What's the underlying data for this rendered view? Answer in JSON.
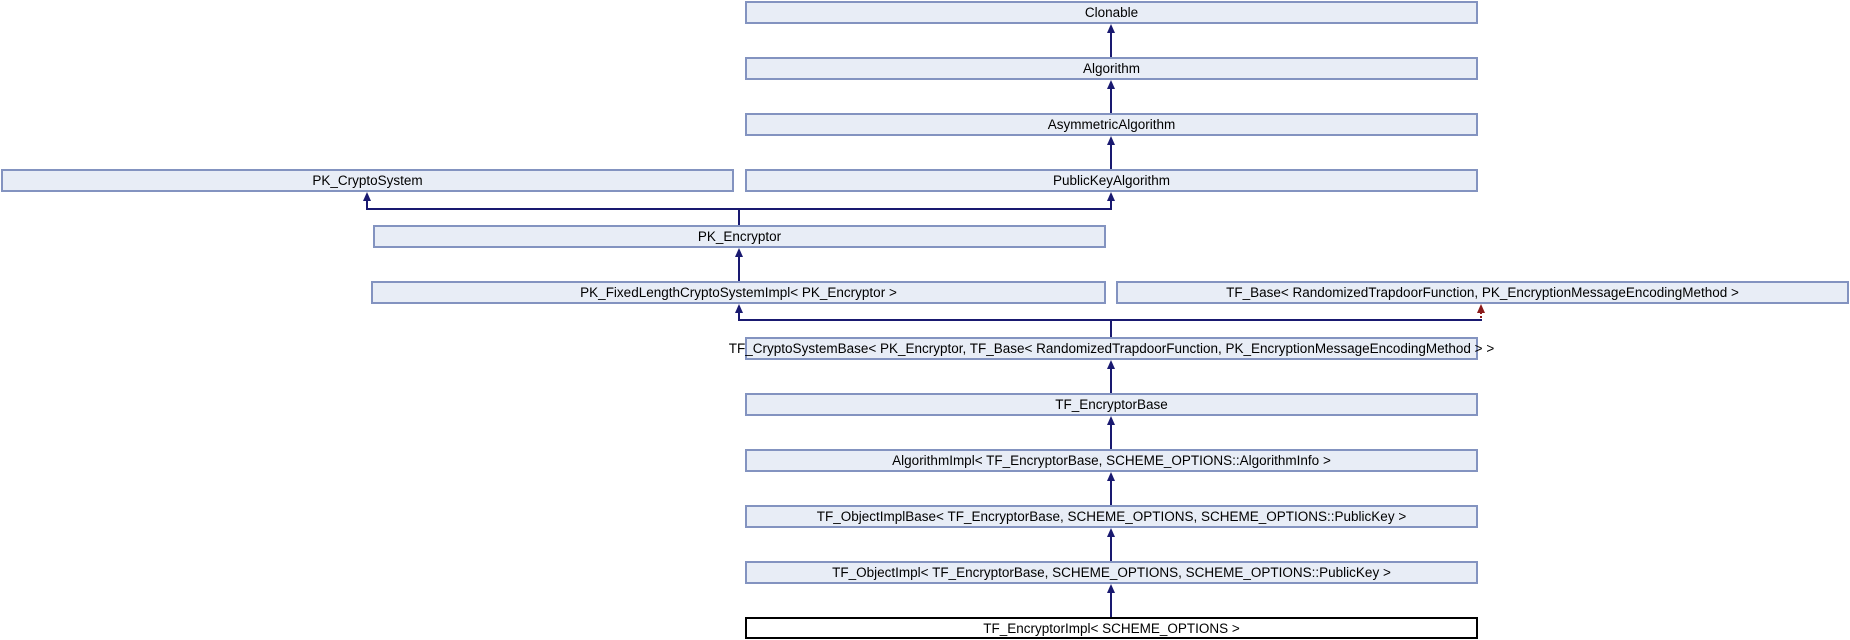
{
  "diagram": {
    "type": "class-inheritance-graph",
    "focal_class": "TF_EncryptorImpl< SCHEME_OPTIONS >",
    "nodes": [
      {
        "id": "clonable",
        "label": "Clonable"
      },
      {
        "id": "algorithm",
        "label": "Algorithm"
      },
      {
        "id": "asymmetric-algorithm",
        "label": "AsymmetricAlgorithm"
      },
      {
        "id": "pk-cryptosystem",
        "label": "PK_CryptoSystem"
      },
      {
        "id": "publickey-algorithm",
        "label": "PublicKeyAlgorithm"
      },
      {
        "id": "pk-encryptor",
        "label": "PK_Encryptor"
      },
      {
        "id": "pk-fixedlength-cryptosystem-impl",
        "label": "PK_FixedLengthCryptoSystemImpl< PK_Encryptor >"
      },
      {
        "id": "tf-base",
        "label": "TF_Base< RandomizedTrapdoorFunction, PK_EncryptionMessageEncodingMethod >"
      },
      {
        "id": "tf-cryptosystem-base",
        "label": "TF_CryptoSystemBase< PK_Encryptor, TF_Base< RandomizedTrapdoorFunction, PK_EncryptionMessageEncodingMethod > >"
      },
      {
        "id": "tf-encryptor-base",
        "label": "TF_EncryptorBase"
      },
      {
        "id": "algorithm-impl",
        "label": "AlgorithmImpl< TF_EncryptorBase, SCHEME_OPTIONS::AlgorithmInfo >"
      },
      {
        "id": "tf-object-impl-base",
        "label": "TF_ObjectImplBase< TF_EncryptorBase, SCHEME_OPTIONS, SCHEME_OPTIONS::PublicKey >"
      },
      {
        "id": "tf-object-impl",
        "label": "TF_ObjectImpl< TF_EncryptorBase, SCHEME_OPTIONS, SCHEME_OPTIONS::PublicKey >"
      },
      {
        "id": "tf-encryptor-impl",
        "label": "TF_EncryptorImpl< SCHEME_OPTIONS >"
      }
    ],
    "edges": [
      {
        "from": "Algorithm",
        "to": "Clonable",
        "style": "solid"
      },
      {
        "from": "AsymmetricAlgorithm",
        "to": "Algorithm",
        "style": "solid"
      },
      {
        "from": "PublicKeyAlgorithm",
        "to": "AsymmetricAlgorithm",
        "style": "solid"
      },
      {
        "from": "PK_Encryptor",
        "to": "PK_CryptoSystem",
        "style": "solid"
      },
      {
        "from": "PK_Encryptor",
        "to": "PublicKeyAlgorithm",
        "style": "solid"
      },
      {
        "from": "PK_FixedLengthCryptoSystemImpl< PK_Encryptor >",
        "to": "PK_Encryptor",
        "style": "solid"
      },
      {
        "from": "TF_CryptoSystemBase< PK_Encryptor, TF_Base< RandomizedTrapdoorFunction, PK_EncryptionMessageEncodingMethod > >",
        "to": "PK_FixedLengthCryptoSystemImpl< PK_Encryptor >",
        "style": "solid"
      },
      {
        "from": "TF_CryptoSystemBase< PK_Encryptor, TF_Base< RandomizedTrapdoorFunction, PK_EncryptionMessageEncodingMethod > >",
        "to": "TF_Base< RandomizedTrapdoorFunction, PK_EncryptionMessageEncodingMethod >",
        "style": "dashed-dark-red"
      },
      {
        "from": "TF_EncryptorBase",
        "to": "TF_CryptoSystemBase< PK_Encryptor, TF_Base< RandomizedTrapdoorFunction, PK_EncryptionMessageEncodingMethod > >",
        "style": "solid"
      },
      {
        "from": "AlgorithmImpl< TF_EncryptorBase, SCHEME_OPTIONS::AlgorithmInfo >",
        "to": "TF_EncryptorBase",
        "style": "solid"
      },
      {
        "from": "TF_ObjectImplBase< TF_EncryptorBase, SCHEME_OPTIONS, SCHEME_OPTIONS::PublicKey >",
        "to": "AlgorithmImpl< TF_EncryptorBase, SCHEME_OPTIONS::AlgorithmInfo >",
        "style": "solid"
      },
      {
        "from": "TF_ObjectImpl< TF_EncryptorBase, SCHEME_OPTIONS, SCHEME_OPTIONS::PublicKey >",
        "to": "TF_ObjectImplBase< TF_EncryptorBase, SCHEME_OPTIONS, SCHEME_OPTIONS::PublicKey >",
        "style": "solid"
      },
      {
        "from": "TF_EncryptorImpl< SCHEME_OPTIONS >",
        "to": "TF_ObjectImpl< TF_EncryptorBase, SCHEME_OPTIONS, SCHEME_OPTIONS::PublicKey >",
        "style": "solid"
      }
    ],
    "colors": {
      "node_fill": "#E8EDF6",
      "node_border": "#8393C0",
      "focal_fill": "#FFFFFF",
      "focal_border": "#000000",
      "edge_solid": "#191970",
      "edge_private_dashed": "#8B1A1A",
      "text": "#000000",
      "background": "#FFFFFF"
    }
  }
}
